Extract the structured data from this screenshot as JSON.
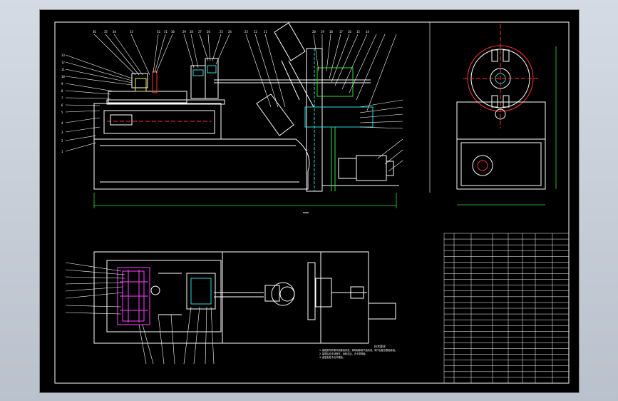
{
  "title": "",
  "colors": {
    "background": "#c6ccd5",
    "sheet": "#000000",
    "line_white": "#ffffff",
    "line_cyan": "#28d8d8",
    "line_green": "#34e034",
    "line_red": "#ff3030",
    "line_magenta": "#ff40ff",
    "line_yellow": "#f0f040"
  },
  "views": {
    "front_view": {
      "name": "front-elevation"
    },
    "side_view": {
      "name": "side-elevation"
    },
    "top_view": {
      "name": "plan-view"
    }
  },
  "technical_requirements_heading": "技术要求",
  "technical_notes": [
    "1. 装配前所有零件用煤油清洗，滚动轴承用汽油清洗，晾干后配合表面涂油。",
    "2. 装配后应手动盘车，运转灵活，无卡滞现象。",
    "3. 各密封处不允许漏油。"
  ],
  "parts_table": {
    "rows": 26,
    "cols": 8
  }
}
